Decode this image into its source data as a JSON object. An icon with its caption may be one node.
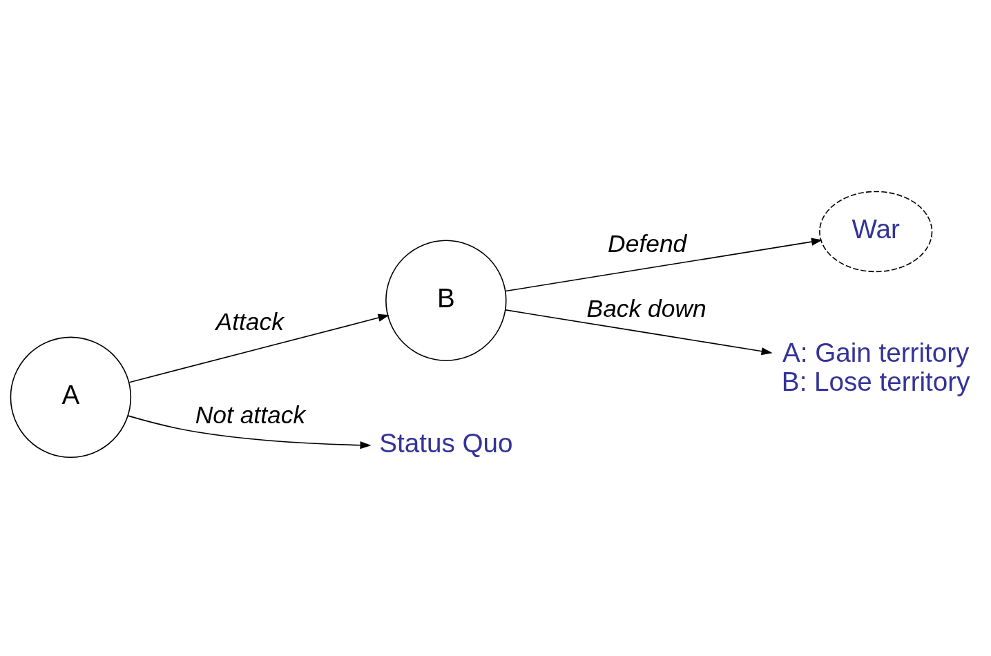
{
  "diagram": {
    "nodes": [
      {
        "text": [
          "A"
        ]
      },
      {
        "text": [
          "B"
        ]
      },
      {
        "text": [
          "War"
        ]
      },
      {
        "text": [
          "A: Gain territory",
          "B: Lose territory"
        ]
      },
      {
        "text": [
          "Status Quo"
        ]
      }
    ],
    "edges": [
      {
        "from": 0,
        "to": 1,
        "arrow": "to",
        "label": "Attack"
      },
      {
        "from": 1,
        "to": 2,
        "arrow": "to",
        "label": "Defend"
      },
      {
        "from": 1,
        "to": 3,
        "arrow": "to",
        "label": "Back down"
      },
      {
        "from": 0,
        "to": 4,
        "arrow": "to",
        "label": "Not attack"
      }
    ]
  }
}
